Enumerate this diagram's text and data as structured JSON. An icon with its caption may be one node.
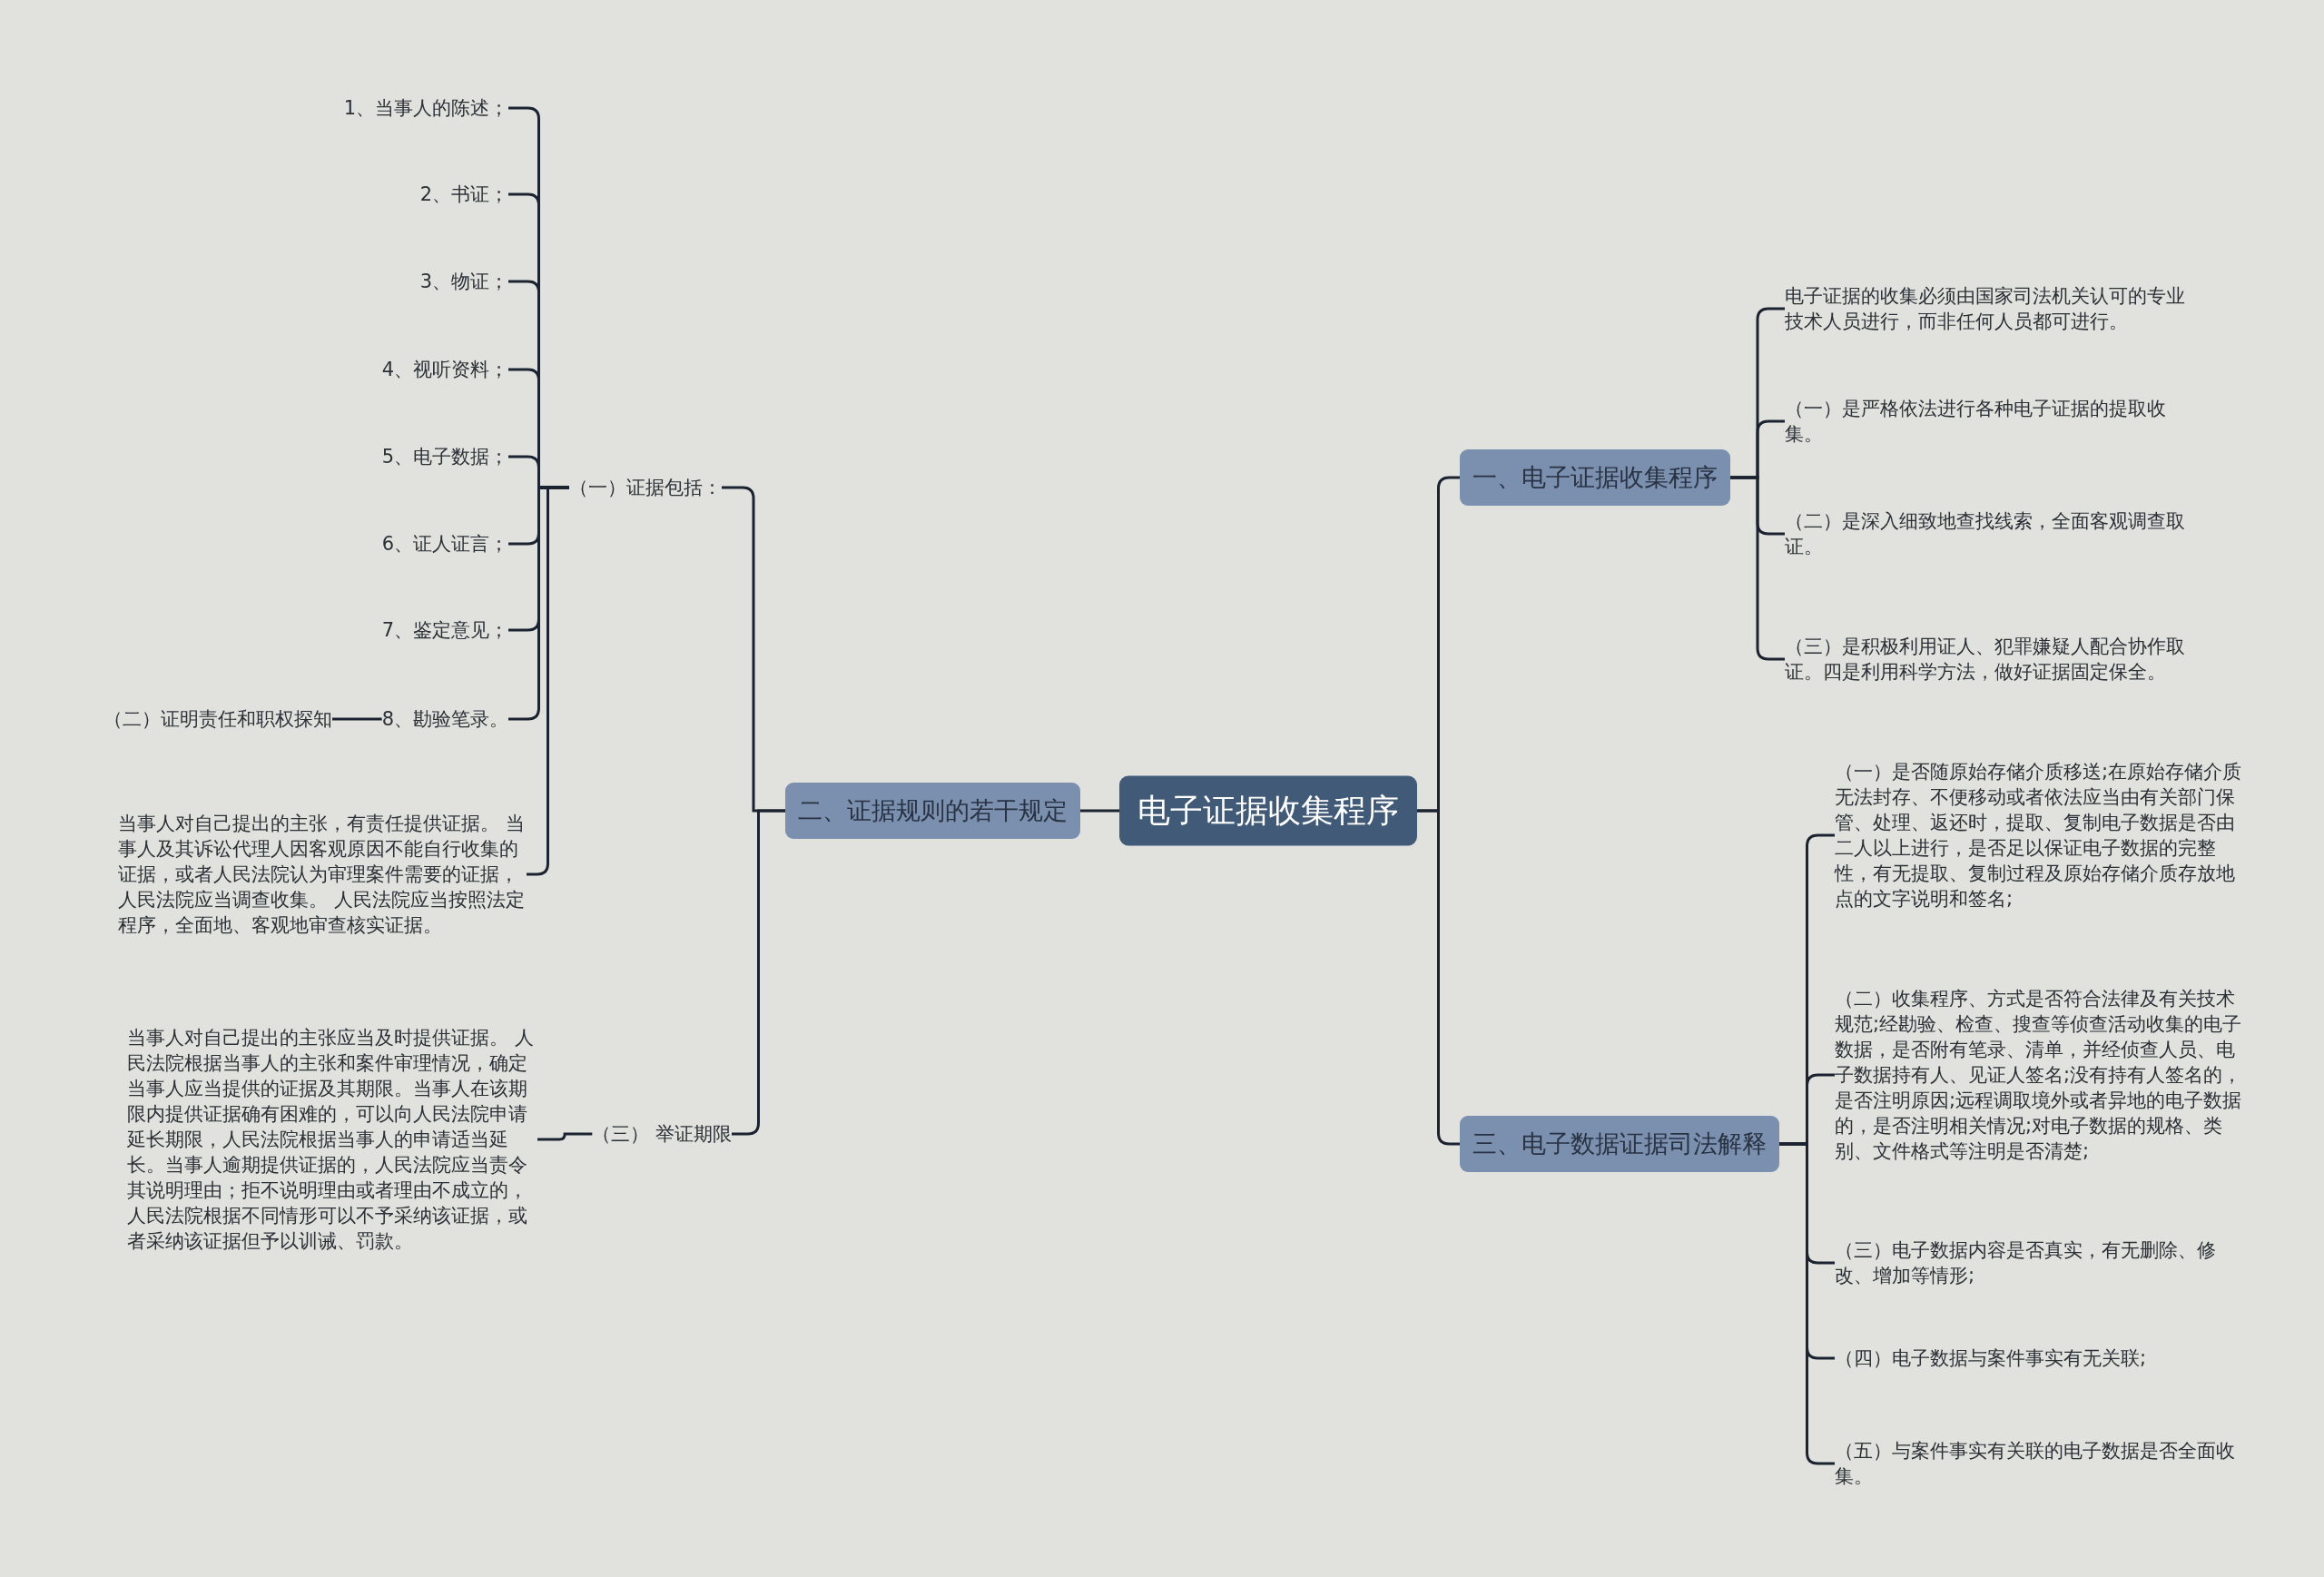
{
  "diagram": {
    "nodes": [
      {
        "text": [
          "电子证据收集程序"
        ]
      },
      {
        "text": [
          "一、电子证据收集程序"
        ]
      },
      {
        "text": [
          "电子证据的收集必须由国家司法机关认可的专业技术人员进行，而非任何人员都可进行。"
        ]
      },
      {
        "text": [
          "（一）是严格依法进行各种电子证据的提取收集。"
        ]
      },
      {
        "text": [
          "（二）是深入细致地查找线索，全面客观调查取证。"
        ]
      },
      {
        "text": [
          "（三）是积极利用证人、犯罪嫌疑人配合协作取证。四是利用科学方法，做好证据固定保全。"
        ]
      },
      {
        "text": [
          "三、电子数据证据司法解释"
        ]
      },
      {
        "text": [
          "（一）是否随原始存储介质移送;在原始存储介质无法封存、不便移动或者依法应当由有关部门保管、处理、返还时，提取、复制电子数据是否由二人以上进行，是否足以保证电子数据的完整性，有无提取、复制过程及原始存储介质存放地点的文字说明和签名;"
        ]
      },
      {
        "text": [
          "（二）收集程序、方式是否符合法律及有关技术规范;经勘验、检查、搜查等侦查活动收集的电子数据，是否附有笔录、清单，并经侦查人员、电子数据持有人、见证人签名;没有持有人签名的，是否注明原因;远程调取境外或者异地的电子数据的，是否注明相关情况;对电子数据的规格、类别、文件格式等注明是否清楚;"
        ]
      },
      {
        "text": [
          "（三）电子数据内容是否真实，有无删除、修改、增加等情形;"
        ]
      },
      {
        "text": [
          "（四）电子数据与案件事实有无关联;"
        ]
      },
      {
        "text": [
          "（五）与案件事实有关联的电子数据是否全面收集。"
        ]
      },
      {
        "text": [
          "二、证据规则的若干规定"
        ]
      },
      {
        "text": [
          "（一）证据包括："
        ]
      },
      {
        "text": [
          "1、当事人的陈述；"
        ]
      },
      {
        "text": [
          "2、书证；"
        ]
      },
      {
        "text": [
          "3、物证；"
        ]
      },
      {
        "text": [
          "4、视听资料；"
        ]
      },
      {
        "text": [
          "5、电子数据；"
        ]
      },
      {
        "text": [
          "6、证人证言；"
        ]
      },
      {
        "text": [
          "7、鉴定意见；"
        ]
      },
      {
        "text": [
          "8、勘验笔录。"
        ]
      },
      {
        "text": [
          "（二）证明责任和职权探知"
        ]
      },
      {
        "text": [
          "当事人对自己提出的主张，有责任提供证据。 当事人及其诉讼代理人因客观原因不能自行收集的证据，或者人民法院认为审理案件需要的证据，人民法院应当调查收集。 人民法院应当按照法定程序，全面地、客观地审查核实证据。"
        ]
      },
      {
        "text": [
          "（三） 举证期限"
        ]
      },
      {
        "text": [
          "当事人对自己提出的主张应当及时提供证据。 人民法院根据当事人的主张和案件审理情况，确定当事人应当提供的证据及其期限。当事人在该期限内提供证据确有困难的，可以向人民法院申请延长期限，人民法院根据当事人的申请适当延长。当事人逾期提供证据的，人民法院应当责令其说明理由；拒不说明理由或者理由不成立的，人民法院根据不同情形可以不予采纳该证据，或者采纳该证据但予以训诫、罚款。"
        ]
      }
    ],
    "edges": [
      {
        "from": 0,
        "to": 1,
        "arrow": "none"
      },
      {
        "from": 1,
        "to": 2,
        "arrow": "none"
      },
      {
        "from": 1,
        "to": 3,
        "arrow": "none"
      },
      {
        "from": 1,
        "to": 4,
        "arrow": "none"
      },
      {
        "from": 1,
        "to": 5,
        "arrow": "none"
      },
      {
        "from": 0,
        "to": 6,
        "arrow": "none"
      },
      {
        "from": 6,
        "to": 7,
        "arrow": "none"
      },
      {
        "from": 6,
        "to": 8,
        "arrow": "none"
      },
      {
        "from": 6,
        "to": 9,
        "arrow": "none"
      },
      {
        "from": 6,
        "to": 10,
        "arrow": "none"
      },
      {
        "from": 6,
        "to": 11,
        "arrow": "none"
      },
      {
        "from": 0,
        "to": 12,
        "arrow": "none"
      },
      {
        "from": 12,
        "to": 13,
        "arrow": "none"
      },
      {
        "from": 13,
        "to": 14,
        "arrow": "none"
      },
      {
        "from": 13,
        "to": 15,
        "arrow": "none"
      },
      {
        "from": 13,
        "to": 16,
        "arrow": "none"
      },
      {
        "from": 13,
        "to": 17,
        "arrow": "none"
      },
      {
        "from": 13,
        "to": 18,
        "arrow": "none"
      },
      {
        "from": 13,
        "to": 19,
        "arrow": "none"
      },
      {
        "from": 13,
        "to": 20,
        "arrow": "none"
      },
      {
        "from": 13,
        "to": 21,
        "arrow": "none"
      },
      {
        "from": 21,
        "to": 22,
        "arrow": "none"
      },
      {
        "from": 13,
        "to": 23,
        "arrow": "none"
      },
      {
        "from": 12,
        "to": 24,
        "arrow": "none"
      },
      {
        "from": 24,
        "to": 25,
        "arrow": "none"
      }
    ]
  }
}
